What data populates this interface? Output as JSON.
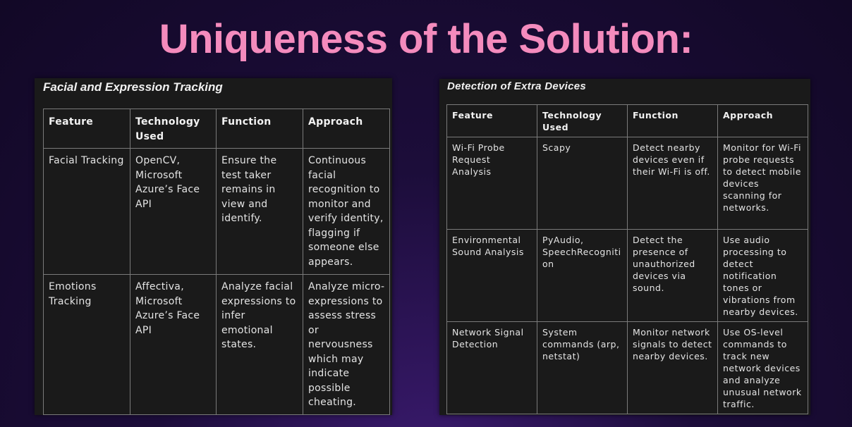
{
  "title": "Uniqueness of the Solution:",
  "left_panel": {
    "title": "Facial and Expression Tracking",
    "headers": [
      "Feature",
      "Technology Used",
      "Function",
      "Approach"
    ],
    "rows": [
      [
        "Facial Tracking",
        "OpenCV, Microsoft Azure’s Face API",
        "Ensure the test taker remains in view and identify.",
        "Continuous facial recognition to monitor and verify identity, flagging if someone else appears."
      ],
      [
        "Emotions Tracking",
        "Affectiva, Microsoft Azure’s Face API",
        "Analyze facial expressions to infer emotional states.",
        "Analyze micro-expressions to assess stress or nervousness which may indicate possible cheating."
      ]
    ]
  },
  "right_panel": {
    "title": "Detection of Extra Devices",
    "headers": [
      "Feature",
      "Technology Used",
      "Function",
      "Approach"
    ],
    "rows": [
      [
        "Wi-Fi Probe Request Analysis",
        "Scapy",
        "Detect nearby devices even if their Wi-Fi is off.",
        "Monitor for Wi-Fi probe requests to detect mobile devices scanning for networks."
      ],
      [
        "Environmental Sound Analysis",
        "PyAudio, SpeechRecognition",
        "Detect the presence of unauthorized devices via sound.",
        "Use audio processing to detect notification tones or vibrations from nearby devices."
      ],
      [
        "Network Signal Detection",
        "System commands (arp, netstat)",
        "Monitor network signals to detect nearby devices.",
        "Use OS-level commands to track new network devices and analyze unusual network traffic."
      ]
    ]
  }
}
